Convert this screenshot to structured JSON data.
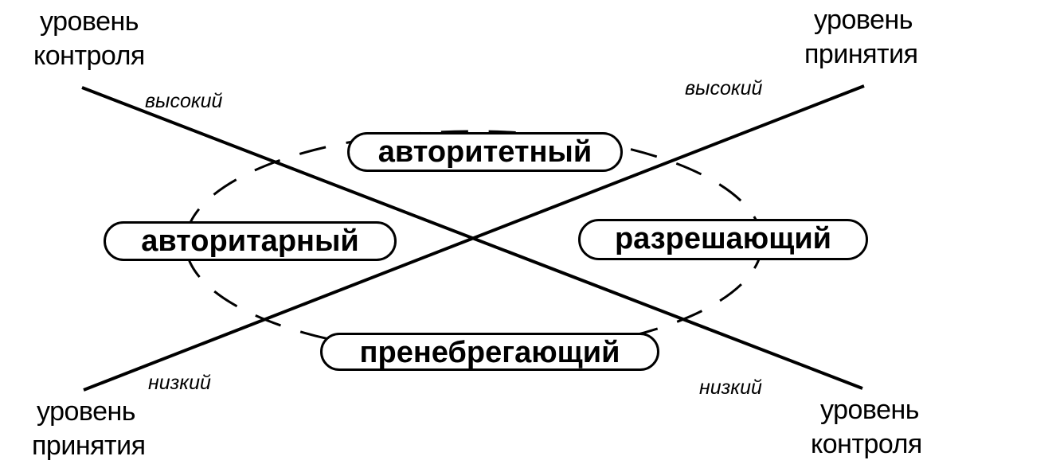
{
  "corners": {
    "top_left": {
      "line1": "уровень",
      "line2": "контроля"
    },
    "top_right": {
      "line1": "уровень",
      "line2": "принятия"
    },
    "bottom_left": {
      "line1": "уровень",
      "line2": "принятия"
    },
    "bottom_right": {
      "line1": "уровень",
      "line2": "контроля"
    }
  },
  "levels": {
    "top_left": "высокий",
    "top_right": "высокий",
    "bottom_left": "низкий",
    "bottom_right": "низкий"
  },
  "styles": {
    "top": "авторитетный",
    "left": "авторитарный",
    "right": "разрешающий",
    "bottom": "пренебрегающий"
  },
  "colors": {
    "ink": "#000000",
    "background": "#ffffff"
  }
}
